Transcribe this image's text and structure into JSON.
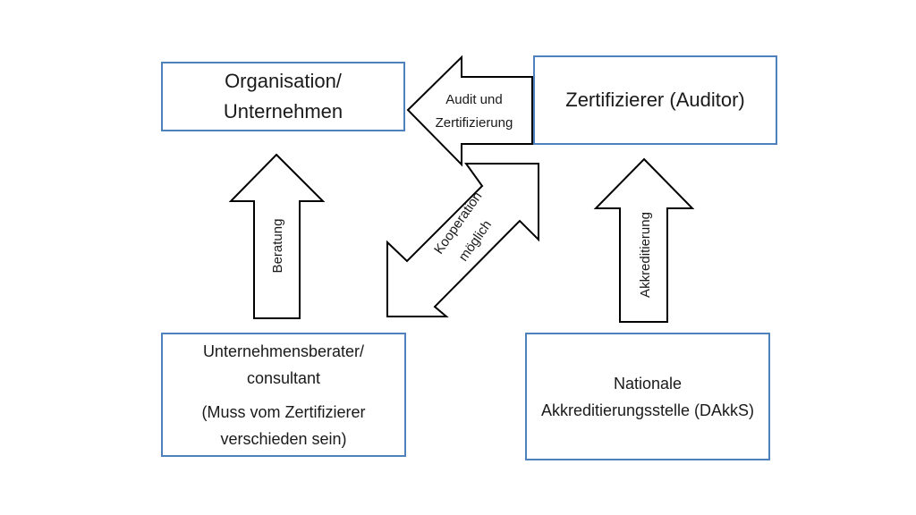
{
  "boxes": {
    "organisation": {
      "line1": "Organisation/",
      "line2": "Unternehmen"
    },
    "certifier": {
      "label": "Zertifizierer (Auditor)"
    },
    "consultant": {
      "line1": "Unternehmensberater/",
      "line2": "consultant",
      "note1": "(Muss vom Zertifizierer",
      "note2": "verschieden sein)"
    },
    "accreditation_body": {
      "line1": "Nationale",
      "line2": "Akkreditierungsstelle (DAkkS)"
    }
  },
  "arrows": {
    "audit": {
      "line1": "Audit und",
      "line2": "Zertifizierung"
    },
    "consulting": {
      "label": "Beratung"
    },
    "cooperation": {
      "line1": "Kooperation",
      "line2": "möglich"
    },
    "accreditation": {
      "label": "Akkreditierung"
    }
  },
  "colors": {
    "box_border": "#4f81bd",
    "arrow_stroke": "#000000",
    "arrow_fill": "#ffffff"
  }
}
